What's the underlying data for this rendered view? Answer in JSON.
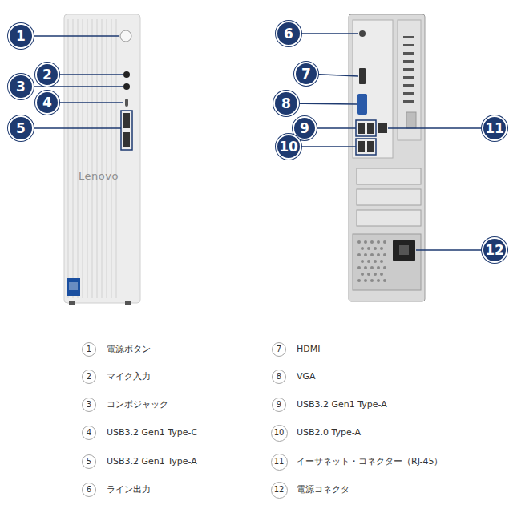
{
  "diagram": {
    "nodes": [
      {
        "text": [
          "1"
        ]
      },
      {
        "text": [
          "2"
        ]
      },
      {
        "text": [
          "3"
        ]
      },
      {
        "text": [
          "4"
        ]
      },
      {
        "text": [
          "5"
        ]
      },
      {
        "text": [
          "6"
        ]
      },
      {
        "text": [
          "7"
        ]
      },
      {
        "text": [
          "8"
        ]
      },
      {
        "text": [
          "9"
        ]
      },
      {
        "text": [
          "11"
        ]
      },
      {
        "text": [
          "10"
        ]
      },
      {
        "text": [
          "12"
        ]
      },
      {
        "text": [
          "1"
        ]
      },
      {
        "text": [
          "7"
        ]
      },
      {
        "text": [
          "2"
        ]
      },
      {
        "text": [
          "8"
        ]
      },
      {
        "text": [
          "3"
        ]
      },
      {
        "text": [
          "9"
        ]
      },
      {
        "text": [
          "4"
        ]
      },
      {
        "text": [
          "10"
        ]
      },
      {
        "text": [
          "5"
        ]
      },
      {
        "text": [
          "11"
        ]
      },
      {
        "text": [
          "6"
        ]
      },
      {
        "text": [
          "12"
        ]
      }
    ],
    "labels": [
      "Lenovo",
      "電源ボタン",
      "HDMI",
      "マイク入力",
      "VGA",
      "コンボジャック",
      "USB3.2 Gen1 Type-A",
      "USB3.2 Gen1 Type-C",
      "USB2.0 Type-A",
      "USB3.2 Gen1 Type-A",
      "イーサネット・コネクター（RJ-45）",
      "ライン出力",
      "電源コネクタ"
    ]
  }
}
